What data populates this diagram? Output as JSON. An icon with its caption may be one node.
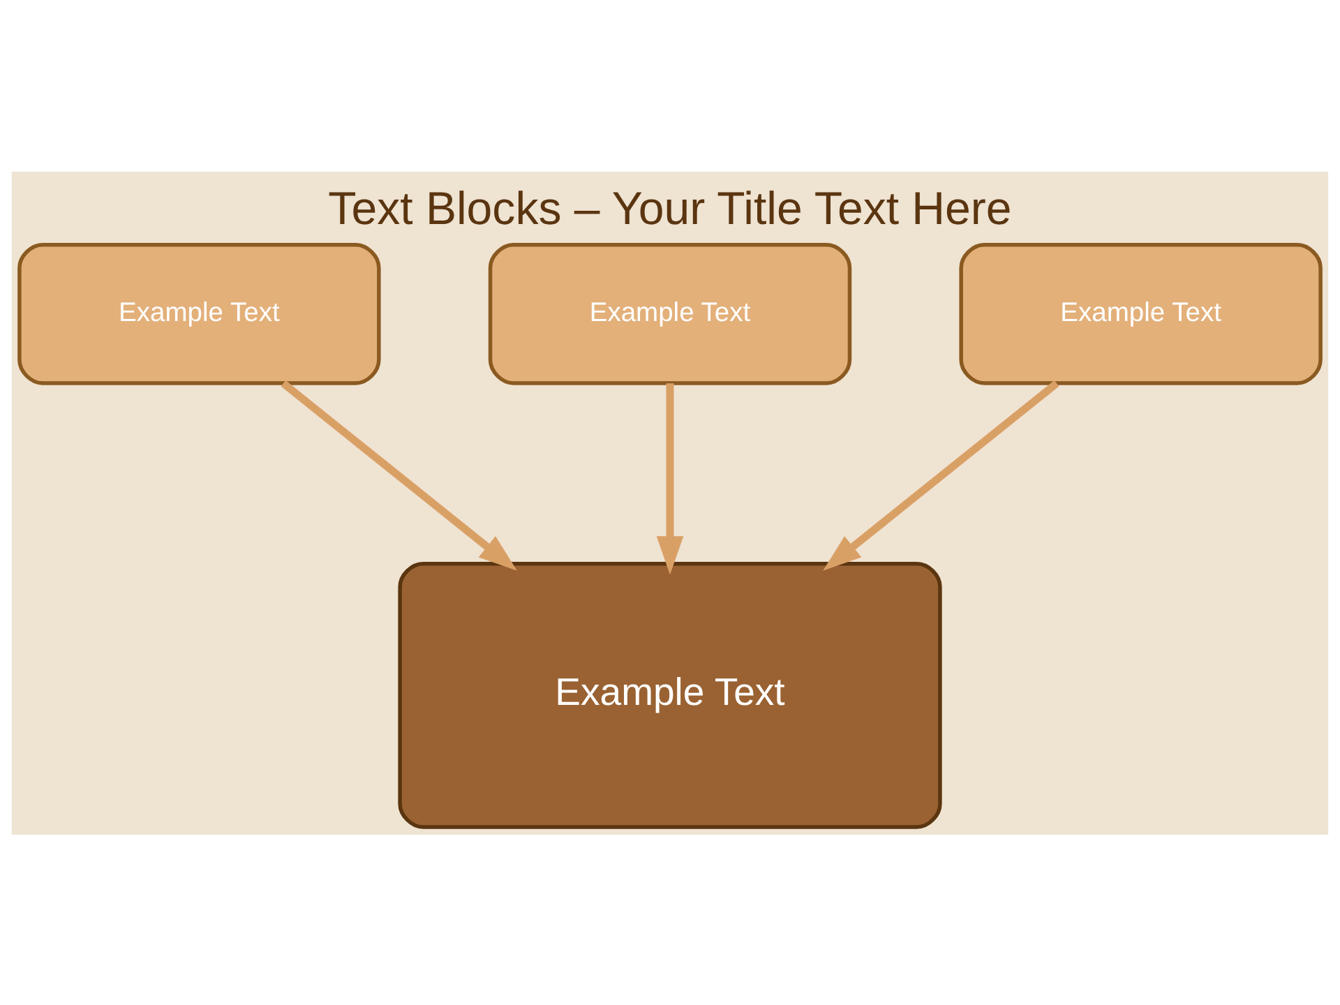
{
  "diagram": {
    "title": "Text Blocks – Your Title Text Here",
    "nodes": [
      {
        "text": [
          "Example Text"
        ]
      },
      {
        "text": [
          "Example Text"
        ]
      },
      {
        "text": [
          "Example Text"
        ]
      },
      {
        "text": [
          "Example Text"
        ]
      }
    ],
    "edges": [
      {
        "from": 0,
        "to": 3,
        "arrow": "to"
      },
      {
        "from": 1,
        "to": 3,
        "arrow": "to"
      },
      {
        "from": 2,
        "to": 3,
        "arrow": "to"
      }
    ]
  }
}
